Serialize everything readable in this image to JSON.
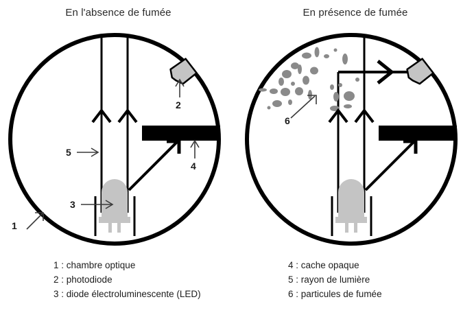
{
  "panels": {
    "left": {
      "title": "En l'absence de fumée"
    },
    "right": {
      "title": "En présence de fumée"
    }
  },
  "callouts": {
    "left": [
      {
        "id": "1",
        "label": "1",
        "target": "optical-chamber-wall"
      },
      {
        "id": "2",
        "label": "2",
        "target": "photodiode"
      },
      {
        "id": "3",
        "label": "3",
        "target": "led"
      },
      {
        "id": "4",
        "label": "4",
        "target": "opaque-shield"
      },
      {
        "id": "5",
        "label": "5",
        "target": "light-ray"
      }
    ],
    "right": [
      {
        "id": "6",
        "label": "6",
        "target": "smoke-particles"
      }
    ]
  },
  "legend": {
    "left_column": [
      "1 : chambre optique",
      "2 : photodiode",
      "3 : diode électroluminescente (LED)"
    ],
    "right_column": [
      "4 : cache opaque",
      "5 : rayon de lumière",
      "6 : particules de fumée"
    ]
  },
  "colors": {
    "stroke": "#000000",
    "component_gray": "#c4c4c4",
    "particle_gray": "#8a8a8a",
    "text": "#1a1a1a",
    "background": "#ffffff"
  },
  "components": {
    "chamber": "optical chamber circle",
    "photodiode": "photodiode",
    "led": "light emitting diode",
    "shield": "opaque shield bar",
    "ray": "light ray",
    "particles": "smoke particles"
  }
}
